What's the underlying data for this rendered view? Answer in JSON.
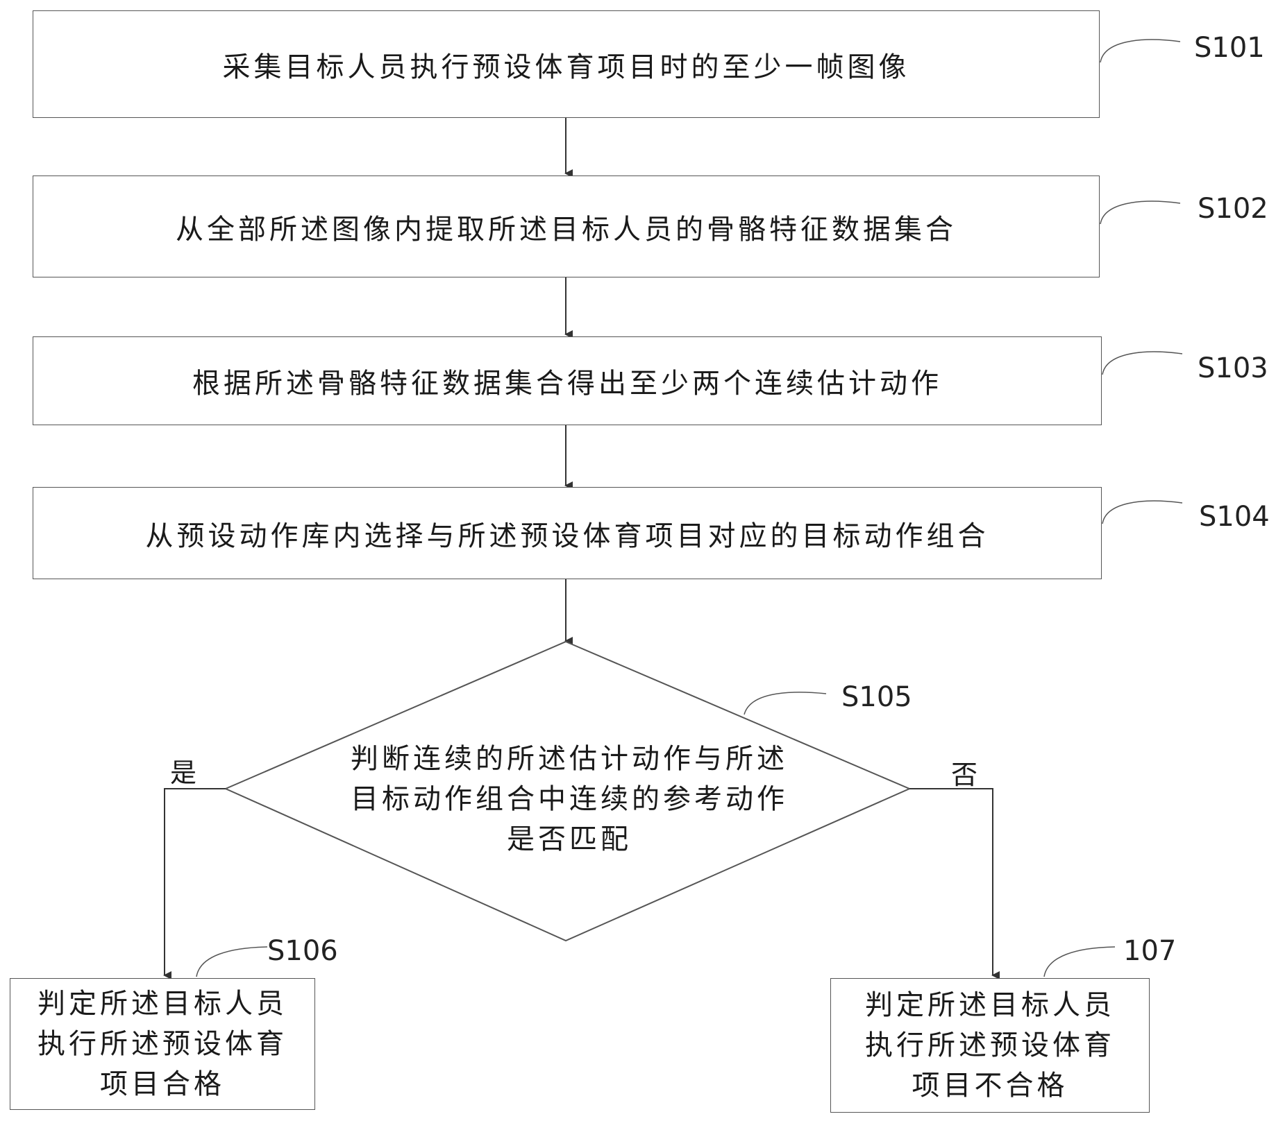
{
  "steps": [
    {
      "id": "S101",
      "text": "采集目标人员执行预设体育项目时的至少一帧图像"
    },
    {
      "id": "S102",
      "text": "从全部所述图像内提取所述目标人员的骨骼特征数据集合"
    },
    {
      "id": "S103",
      "text": "根据所述骨骼特征数据集合得出至少两个连续估计动作"
    },
    {
      "id": "S104",
      "text": "从预设动作库内选择与所述预设体育项目对应的目标动作组合"
    }
  ],
  "decision": {
    "id": "S105",
    "text": "判断连续的所述估计动作与所述\n目标动作组合中连续的参考动作\n是否匹配",
    "yes_label": "是",
    "no_label": "否"
  },
  "outcomes": {
    "pass": {
      "id": "S106",
      "text": "判定所述目标人员\n执行所述预设体育\n项目合格"
    },
    "fail": {
      "id": "107",
      "text": "判定所述目标人员\n执行所述预设体育\n项目不合格"
    }
  }
}
